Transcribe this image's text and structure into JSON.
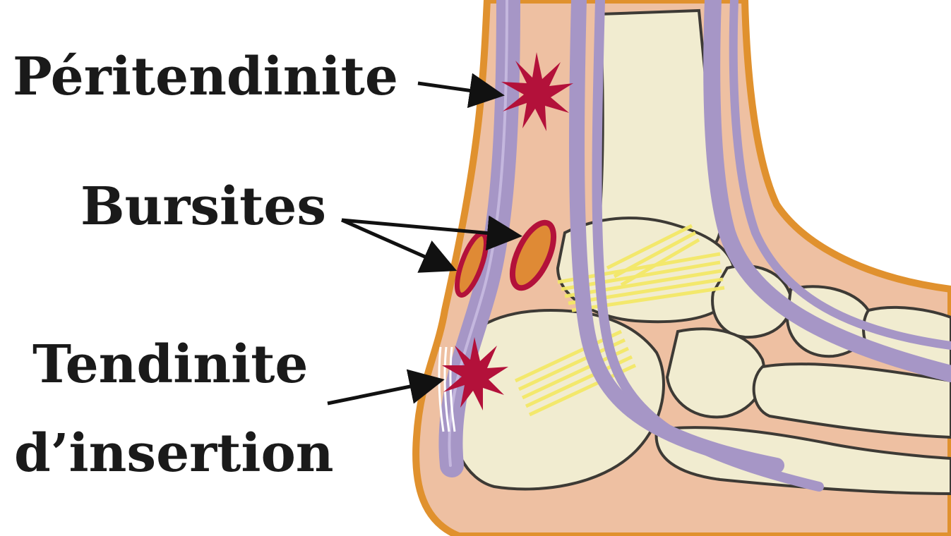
{
  "labels": {
    "peritendinite": "Péritendinite",
    "bursites": "Bursites",
    "tendinite": "Tendinite",
    "insertion": "d’insertion"
  },
  "colors": {
    "skin_outline": "#e0912e",
    "skin_fill": "#eec0a2",
    "bone": "#f1ecd0",
    "bone_outline": "#3d3a35",
    "tendon": "#a696c6",
    "ligament": "#f4e867",
    "lesion": "#b3113a",
    "bursa": "#df8a35",
    "arrow": "#111111"
  },
  "icons": [
    "peritendinitis-lesion-icon",
    "bursa-icon",
    "insertion-tendinitis-lesion-icon"
  ]
}
